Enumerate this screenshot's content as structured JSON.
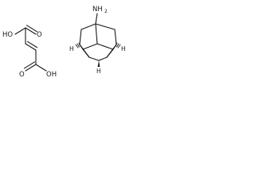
{
  "molecules": {
    "fumaric_acid": {
      "top_group": {
        "oh": "HO",
        "o": "O"
      },
      "bottom_group": {
        "o": "O",
        "oh": "OH"
      }
    },
    "amantadine": {
      "nh2": "NH",
      "nh2_subscript": "2",
      "h_left": "H",
      "h_right": "H",
      "h_bottom": "H"
    }
  }
}
